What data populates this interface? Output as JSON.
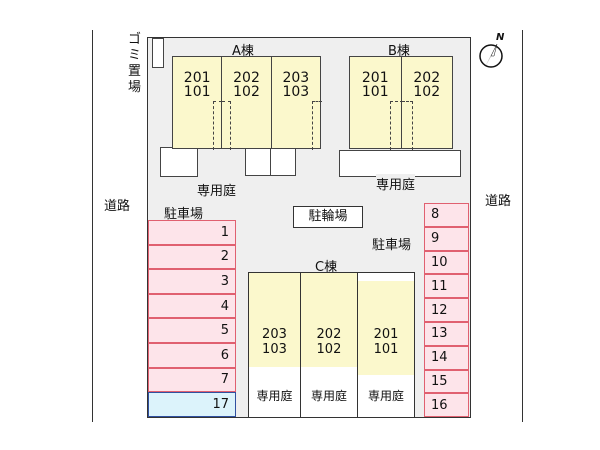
{
  "garbage_label": "ゴミ置場",
  "road_left": "道路",
  "road_right": "道路",
  "north": "N",
  "building_a": {
    "label": "A棟",
    "units": [
      [
        "201",
        "101"
      ],
      [
        "202",
        "102"
      ],
      [
        "203",
        "103"
      ]
    ],
    "garden": "専用庭"
  },
  "building_b": {
    "label": "B棟",
    "units": [
      [
        "201",
        "101"
      ],
      [
        "202",
        "102"
      ]
    ],
    "garden": "専用庭"
  },
  "building_c": {
    "label": "C棟",
    "units": [
      [
        "203",
        "103"
      ],
      [
        "202",
        "102"
      ],
      [
        "201",
        "101"
      ]
    ],
    "gardens": [
      "専用庭",
      "専用庭",
      "専用庭"
    ]
  },
  "bicycle_parking": "駐輪場",
  "parking_left": {
    "label": "駐車場",
    "spaces": [
      "1",
      "2",
      "3",
      "4",
      "5",
      "6",
      "7",
      "17"
    ]
  },
  "parking_right": {
    "label": "駐車場",
    "spaces": [
      "8",
      "9",
      "10",
      "11",
      "12",
      "13",
      "14",
      "15",
      "16"
    ]
  },
  "colors": {
    "parking": "#fde4ea",
    "parking_special": "#dcf3fb",
    "building": "#fbf8cc"
  }
}
